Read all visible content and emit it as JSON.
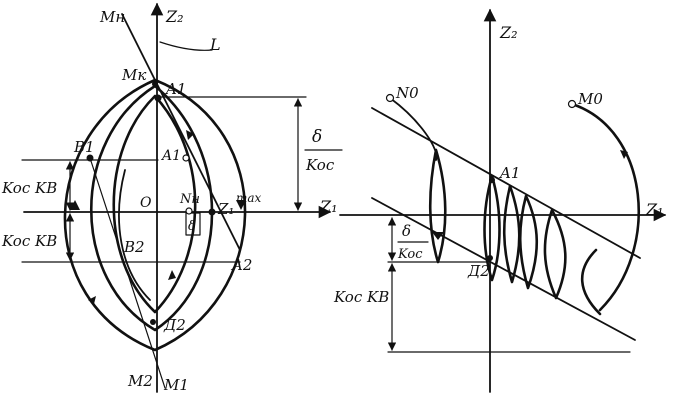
{
  "left_diagram": {
    "axis_vertical": "Z₂",
    "axis_horizontal": "Z₁",
    "max_superscript": "max",
    "origin": "O",
    "points": {
      "M_n": "Mн",
      "M_k": "Mк",
      "A1_top": "A1",
      "A1_mid": "A1",
      "B1": "B1",
      "B2": "B2",
      "N_n": "Nн",
      "A2": "A2",
      "D2": "Д2",
      "M2": "M2",
      "M1": "M1"
    },
    "line_label": "L",
    "dimension_numerator": "δ",
    "dimension_denominator": "Koc",
    "delta_box": "δ",
    "left_dim_top": "Koc KB",
    "left_dim_bottom": "Koc KB"
  },
  "right_diagram": {
    "axis_vertical": "Z₂",
    "axis_horizontal": "Z₁",
    "points": {
      "N0": "N0",
      "M0": "M0",
      "A1": "A1",
      "D2": "Д2"
    },
    "dimension_numerator": "δ",
    "dimension_denominator": "Koc",
    "left_dim": "Koc KB"
  }
}
